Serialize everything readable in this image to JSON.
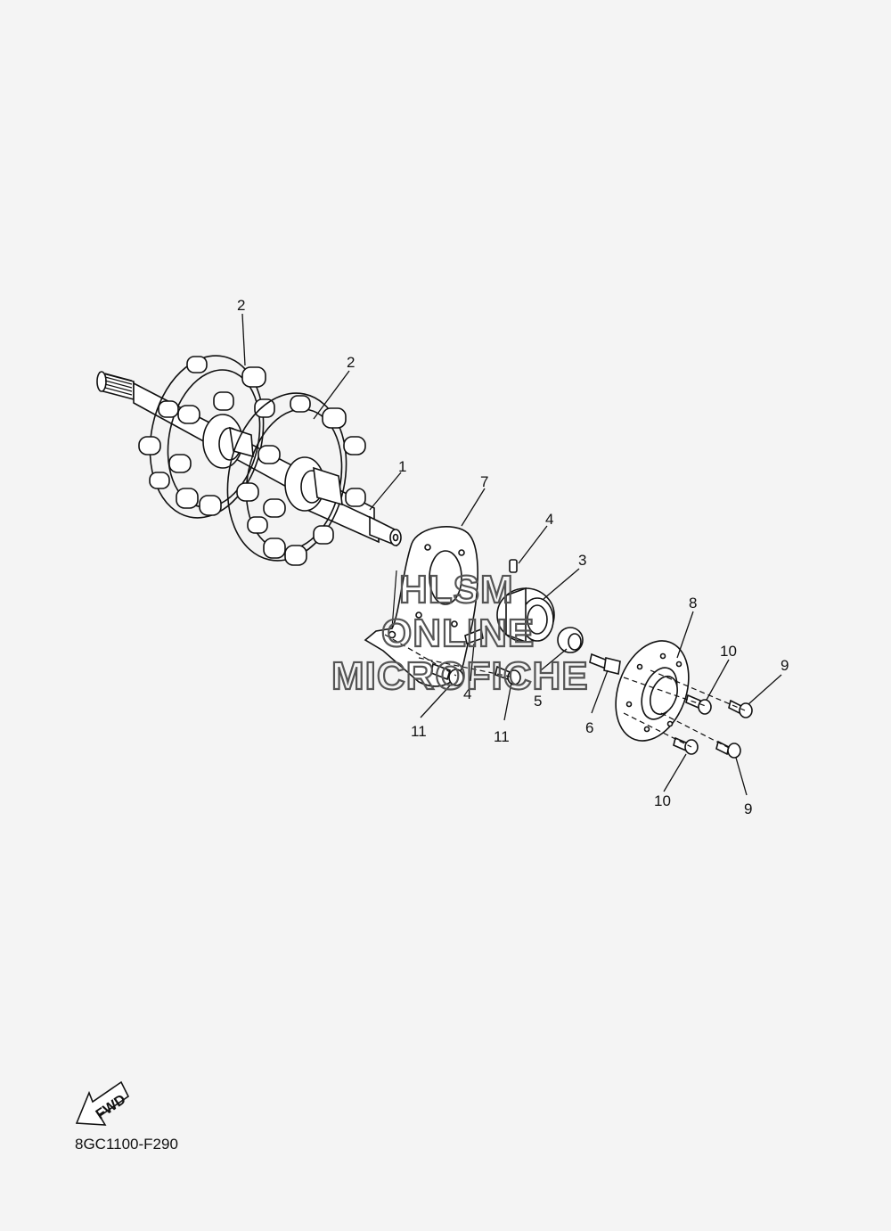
{
  "callouts": {
    "p1": "1",
    "p2a": "2",
    "p2b": "2",
    "p3": "3",
    "p4a": "4",
    "p4b": "4",
    "p5": "5",
    "p6": "6",
    "p7": "7",
    "p8": "8",
    "p9a": "9",
    "p9b": "9",
    "p10a": "10",
    "p10b": "10",
    "p11a": "11",
    "p11b": "11"
  },
  "watermark": {
    "line1": "HLSM",
    "line2": "ONLINE",
    "line3": "MICROFICHE"
  },
  "fwd_label": "FWD",
  "diagram_code": "8GC1100-F290"
}
